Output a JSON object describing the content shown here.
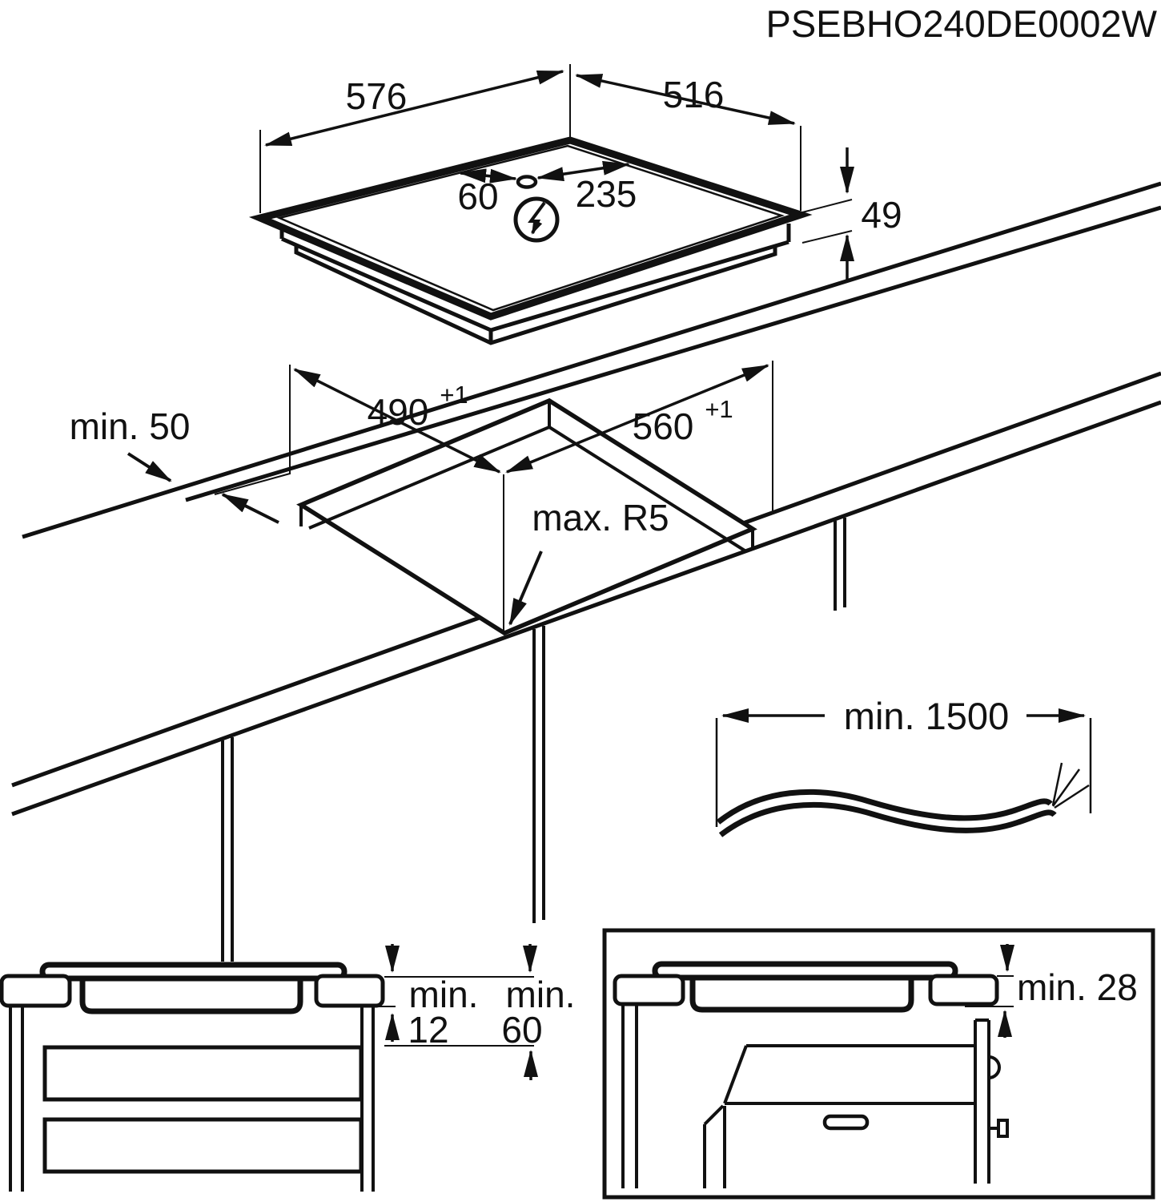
{
  "product_code": "PSEBHO240DE0002W",
  "colors": {
    "line": "#111111",
    "background": "#ffffff"
  },
  "hob_view": {
    "width": "576",
    "depth": "516",
    "height": "49",
    "connection_offset": "60",
    "connection_distance": "235",
    "power_icon": "lightning-bolt-circle",
    "connection_point_icon": "cable-entry-oval"
  },
  "cutout_view": {
    "depth": "490",
    "depth_tolerance": "+1",
    "width": "560",
    "width_tolerance": "+1",
    "rear_clearance": "min. 50",
    "corner_radius": "max. R5"
  },
  "cable_view": {
    "cable_length": "min. 1500"
  },
  "drawer_section_view": {
    "min_word_left": "min.",
    "value_left": "12",
    "min_word_right": "min.",
    "value_right": "60"
  },
  "oven_section_view": {
    "worktop_thickness": "min. 28"
  }
}
